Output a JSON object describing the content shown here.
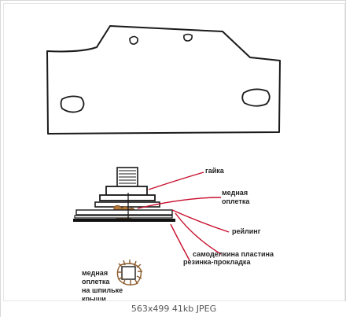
{
  "labels": {
    "nut": "гайка",
    "copper_braid": [
      "медная",
      "оплетка"
    ],
    "roof_rail": "рейлинг",
    "homemade_plate": "самоделкина пластина",
    "rubber_gasket": "резинка-прокладка",
    "copper_braid_on_stud": [
      "медная",
      "оплетка",
      "на шпильке",
      "крыши"
    ]
  },
  "footer": {
    "dimensions": "563x499",
    "size": "41kb",
    "format": "JPEG"
  },
  "colors": {
    "ink": "#1a1a1a",
    "leader": "#c8102e",
    "copper": "#8a5a2b"
  }
}
